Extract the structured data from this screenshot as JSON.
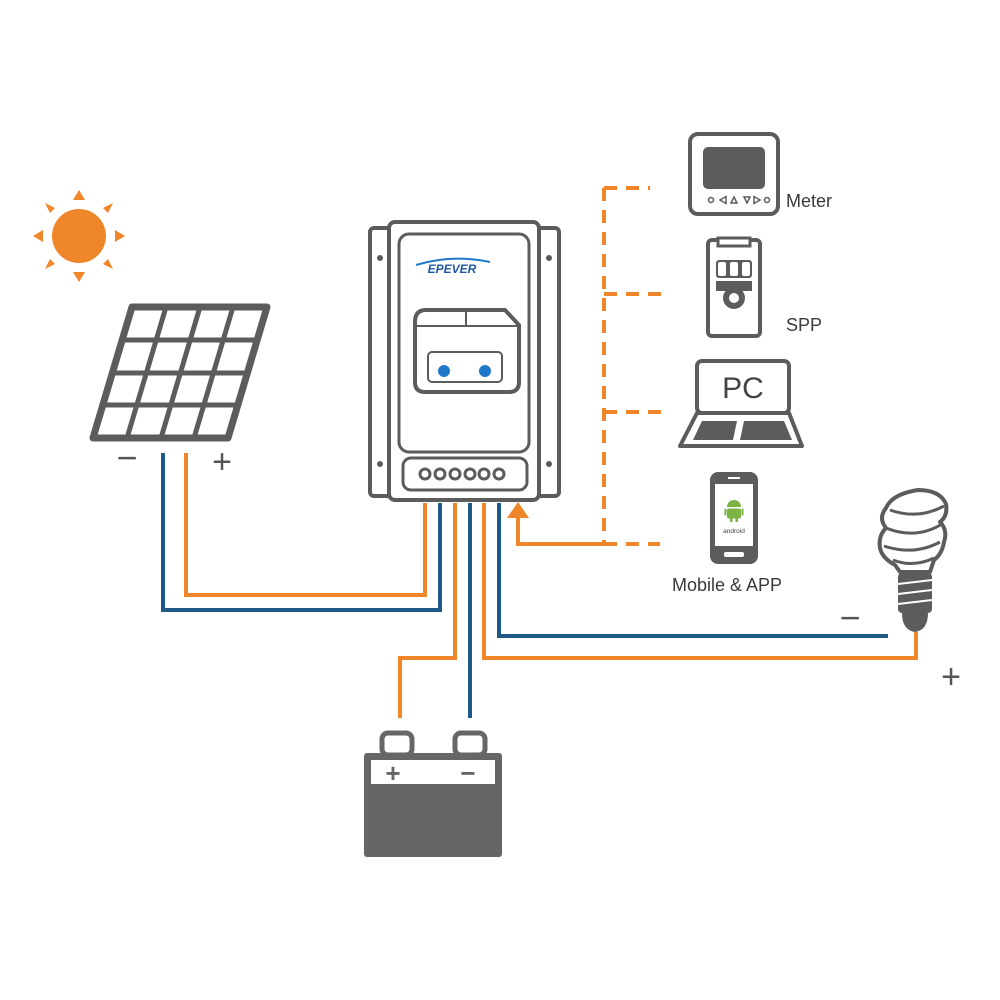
{
  "colors": {
    "positive_wire": "#f0862a",
    "negative_wire": "#1f5a86",
    "comm_line": "#f0862a",
    "device_outline": "#5c5c5c",
    "sun": "#f0862a",
    "battery": "#666666",
    "controller_button": "#1f78c8"
  },
  "controller": {
    "brand": "EPEVER"
  },
  "solar_panel": {
    "neg_sign": "−",
    "pos_sign": "+"
  },
  "battery": {
    "pos_sign": "+",
    "neg_sign": "−"
  },
  "load": {
    "neg_sign": "−",
    "pos_sign": "+"
  },
  "devices": [
    {
      "id": "meter",
      "label": "Meter",
      "icon": "meter-icon"
    },
    {
      "id": "spp",
      "label": "SPP",
      "icon": "spp-icon"
    },
    {
      "id": "pc",
      "label": "PC",
      "icon": "laptop-icon",
      "screen_text": "PC"
    },
    {
      "id": "mobile",
      "label": "Mobile & APP",
      "icon": "smartphone-icon",
      "screen_text": "android"
    }
  ]
}
